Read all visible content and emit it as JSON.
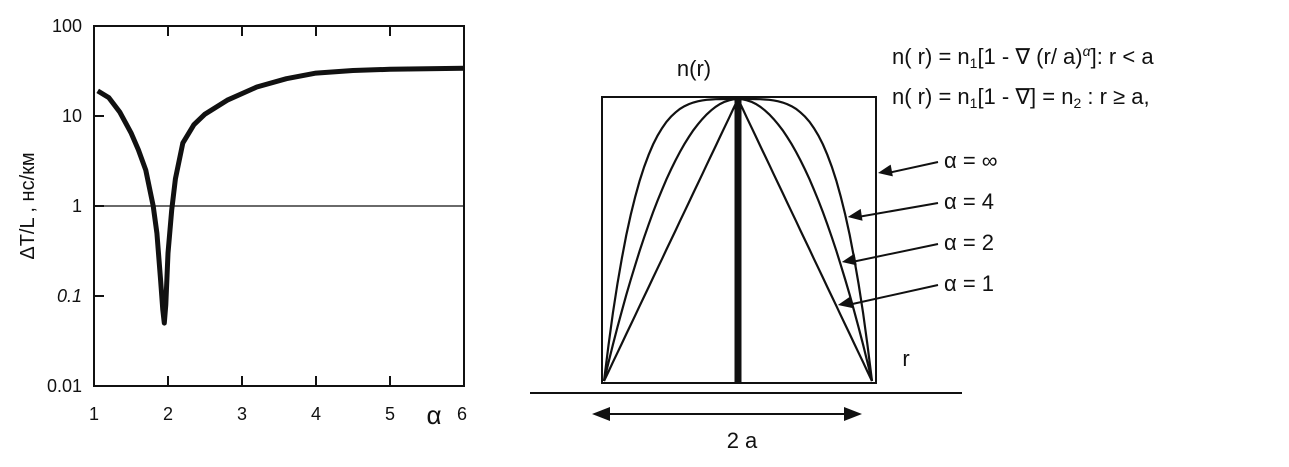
{
  "chart_data": [
    {
      "type": "line",
      "title": "",
      "xlabel": "α",
      "ylabel": "ΔT/L , нс/км",
      "yscale": "log",
      "xlim": [
        1,
        6
      ],
      "ylim": [
        0.01,
        100
      ],
      "x_ticks": [
        "1",
        "2",
        "3",
        "4",
        "5",
        "6"
      ],
      "y_ticks": [
        "0.01",
        "0.1",
        "1",
        "10",
        "100"
      ],
      "reference_line": {
        "y": 1
      },
      "grid": false,
      "series": [
        {
          "x": [
            1.05,
            1.2,
            1.35,
            1.5,
            1.6,
            1.7,
            1.8,
            1.85,
            1.9,
            1.93,
            1.95,
            1.97,
            2.0,
            2.05,
            2.1,
            2.2,
            2.35,
            2.5,
            2.8,
            3.2,
            3.6,
            4.0,
            4.5,
            5.0,
            5.5,
            6.0
          ],
          "y": [
            19,
            16,
            11,
            6.5,
            4.2,
            2.5,
            1.0,
            0.5,
            0.15,
            0.07,
            0.05,
            0.08,
            0.3,
            0.9,
            2.0,
            5.0,
            8.0,
            10.5,
            15,
            21,
            26,
            30,
            32,
            33,
            33.5,
            34
          ]
        }
      ]
    },
    {
      "type": "line",
      "title": "",
      "ylabel": "n(r)",
      "xlabel": "r",
      "width_label": "2 a",
      "profiles": [
        {
          "alpha": 1,
          "label": "α = 1"
        },
        {
          "alpha": 2,
          "label": "α = 2"
        },
        {
          "alpha": 4,
          "label": "α = 4"
        },
        {
          "alpha": "∞",
          "label": "α = ∞"
        }
      ]
    }
  ],
  "formulas": {
    "line1": {
      "pre": "n( r) = n",
      "sub": "1",
      "mid": "[1 - ∇ (r/ a)",
      "sup": "α",
      "post": "]: r < a"
    },
    "line2": {
      "pre": "n( r) = n",
      "sub": "1",
      "mid": "[1 - ∇] = n",
      "sub2": "2",
      "post": " : r ≥ a,"
    }
  }
}
